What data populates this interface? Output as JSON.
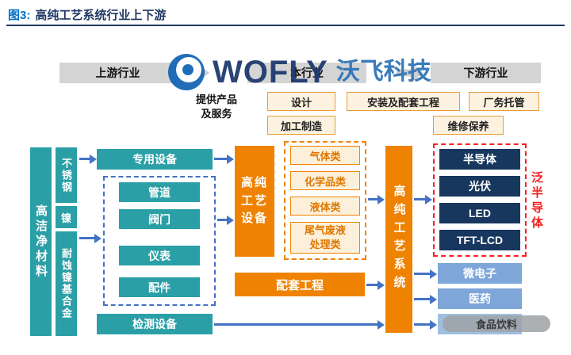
{
  "title": {
    "prefix": "图3:",
    "text": "高纯工艺系统行业上下游"
  },
  "watermark": {
    "brand": "WOFLY",
    "brand_cn": "沃飞科技"
  },
  "flow": {
    "upstream": "上游行业",
    "current": "本行业",
    "downstream": "下游行业"
  },
  "services": {
    "label": "提供产品及服务",
    "design": "设计",
    "manufacturing": "加工制造",
    "installation": "安装及配套工程",
    "facility": "厂务托管",
    "maintenance": "维修保养"
  },
  "materials": {
    "bar": "高洁净材料",
    "items": [
      "不锈钢",
      "镍",
      "耐蚀镍基合金"
    ]
  },
  "equipment": {
    "special": "专用设备",
    "parts": [
      "管道",
      "阀门",
      "仪表",
      "配件"
    ],
    "testing": "检测设备"
  },
  "process": {
    "equipment": "高纯工艺设备",
    "types": [
      "气体类",
      "化学品类",
      "液体类",
      "尾气废液处理类"
    ],
    "support": "配套工程",
    "system": "高纯工艺系统"
  },
  "downstream": {
    "pan_semi_label": "泛半导体",
    "pan_semi": [
      "半导体",
      "光伏",
      "LED",
      "TFT-LCD"
    ],
    "others": [
      "微电子",
      "医药",
      "食品饮料"
    ]
  },
  "colors": {
    "teal": "#2B9FA6",
    "orange": "#EF8200",
    "navy": "#17375E",
    "light_blue": "#7EA6D9",
    "cream_fill": "#FCF2DF",
    "type_text": "#E07800",
    "red_dashed": "#F52020",
    "arrow_blue": "#4472C4",
    "header_gray": "#D4D4D4",
    "title_prefix_blue": "#0070C0",
    "title_navy": "#1F3864"
  }
}
